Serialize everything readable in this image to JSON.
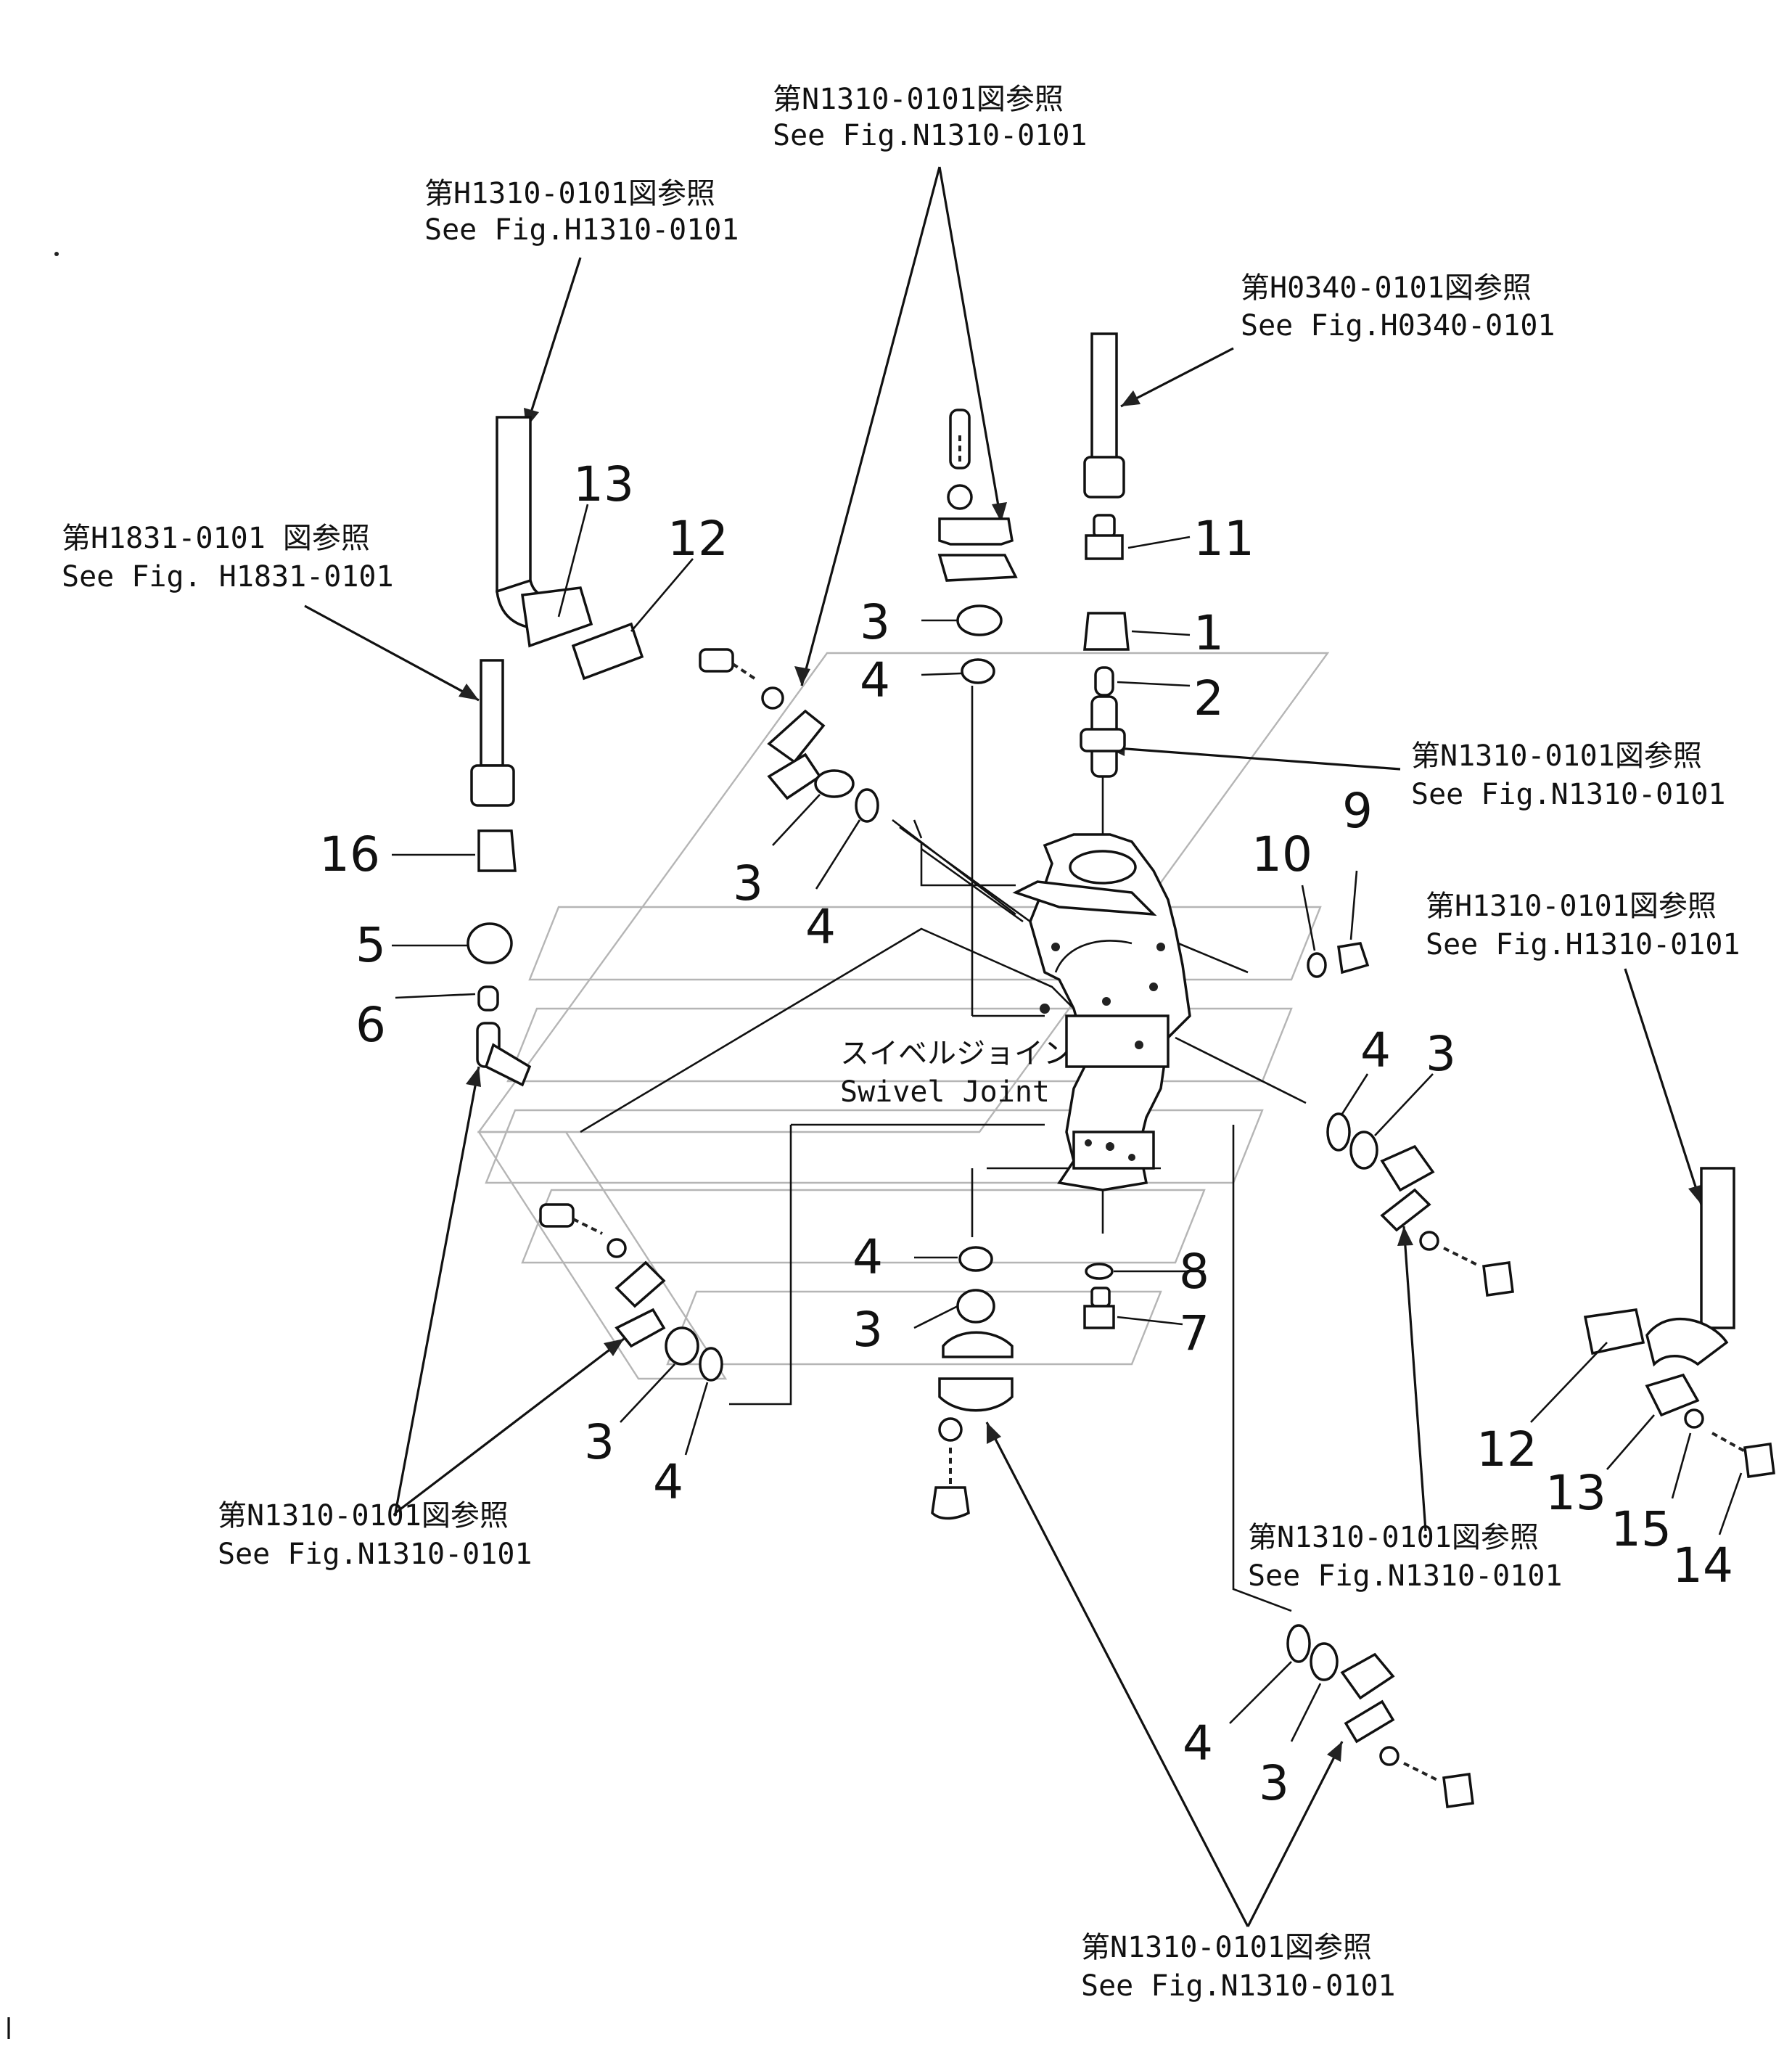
{
  "diagram": {
    "component_label": {
      "ja": "スイベルジョイント",
      "en": "Swivel Joint"
    },
    "references": [
      {
        "id": "ref-top-n1310",
        "ja": "第N1310-0101図参照",
        "en": "See Fig.N1310-0101"
      },
      {
        "id": "ref-top-h1310",
        "ja": "第H1310-0101図参照",
        "en": "See Fig.H1310-0101"
      },
      {
        "id": "ref-h0340",
        "ja": "第H0340-0101図参照",
        "en": "See Fig.H0340-0101"
      },
      {
        "id": "ref-h1831",
        "ja": "第H1831-0101 図参照",
        "en": "See Fig. H1831-0101"
      },
      {
        "id": "ref-right-n1310",
        "ja": "第N1310-0101図参照",
        "en": "See Fig.N1310-0101"
      },
      {
        "id": "ref-right-h1310",
        "ja": "第H1310-0101図参照",
        "en": "See Fig.H1310-0101"
      },
      {
        "id": "ref-left-n1310",
        "ja": "第N1310-0101図参照",
        "en": "See Fig.N1310-0101"
      },
      {
        "id": "ref-lowerright-n1310",
        "ja": "第N1310-0101図参照",
        "en": "See Fig.N1310-0101"
      },
      {
        "id": "ref-bottom-n1310",
        "ja": "第N1310-0101図参照",
        "en": "See Fig.N1310-0101"
      }
    ],
    "part_numbers": [
      "13",
      "12",
      "11",
      "1",
      "2",
      "3",
      "4",
      "16",
      "5",
      "6",
      "3",
      "4",
      "10",
      "9",
      "4",
      "3",
      "4",
      "3",
      "8",
      "7",
      "3",
      "4",
      "12",
      "13",
      "15",
      "14",
      "4",
      "3"
    ]
  }
}
